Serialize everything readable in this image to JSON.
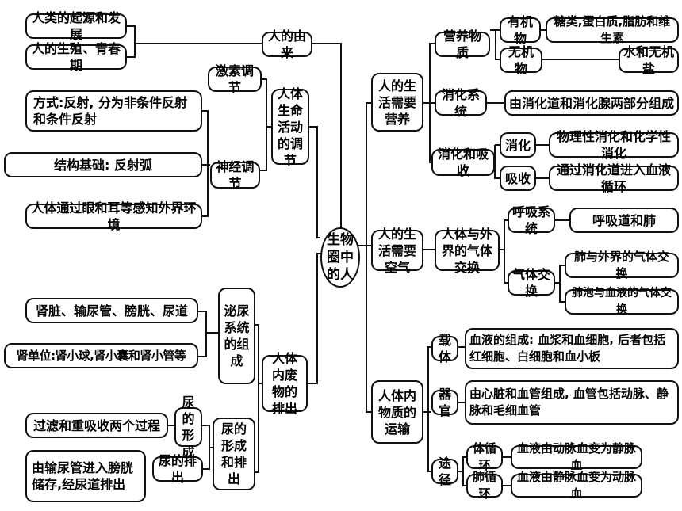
{
  "center": "生物圈中的人",
  "left": {
    "origin": {
      "title": "人的由来",
      "items": [
        "人类的起源和发展",
        "人的生殖、青春期"
      ]
    },
    "regulation": {
      "title": "人体生命活动的调节",
      "hormone": "激素调节",
      "nerve": {
        "title": "神经调节",
        "items": [
          "方式:反射, 分为非条件反射和条件反射",
          "结构基础: 反射弧",
          "人体通过眼和耳等感知外界环境"
        ]
      }
    },
    "excretion": {
      "title": "人体内废物的排出",
      "urinary": {
        "title": "泌尿系统的组成",
        "items": [
          "肾脏、输尿管、膀胱、尿道",
          "肾单位:肾小球,肾小囊和肾小管等"
        ]
      },
      "urine": {
        "title": "尿的形成和排出",
        "formation": {
          "title": "尿的形成",
          "item": "过滤和重吸收两个过程"
        },
        "discharge": {
          "title": "尿的排出",
          "item": "由输尿管进入膀胱储存,经尿道排出"
        }
      }
    }
  },
  "right": {
    "nutrition": {
      "title": "人的生活需要营养",
      "nutrients": {
        "title": "营养物质",
        "organic": {
          "title": "有机物",
          "item": "糖类,蛋白质,脂肪和维生素"
        },
        "inorganic": {
          "title": "无机物",
          "item": "水和无机盐"
        }
      },
      "digestive": {
        "title": "消化系统",
        "item": "由消化道和消化腺两部分组成"
      },
      "digestion_absorption": {
        "title": "消化和吸收",
        "digestion": {
          "title": "消化",
          "item": "物理性消化和化学性消化"
        },
        "absorption": {
          "title": "吸收",
          "item": "通过消化道进入血液循环"
        }
      }
    },
    "air": {
      "title": "人的生活需要空气",
      "exchange": {
        "title": "人体与外界的气体交换",
        "respiratory": {
          "title": "呼吸系统",
          "item": "呼吸道和肺"
        },
        "gas": {
          "title": "气体交换",
          "items": [
            "肺与外界的气体交换",
            "肺泡与血液的气体交换"
          ]
        }
      }
    },
    "transport": {
      "title": "人体内物质的运输",
      "carrier": {
        "title": "载体",
        "item": "血液的组成: 血浆和血细胞, 后者包括红细胞、白细胞和血小板"
      },
      "organ": {
        "title": "器官",
        "item": "由心脏和血管组成, 血管包括动脉、静脉和毛细血管"
      },
      "pathway": {
        "title": "途径",
        "body": {
          "title": "体循环",
          "item": "血液由动脉血变为静脉血"
        },
        "lung": {
          "title": "肺循环",
          "item": "血液由静脉血变为动脉血"
        }
      }
    }
  }
}
